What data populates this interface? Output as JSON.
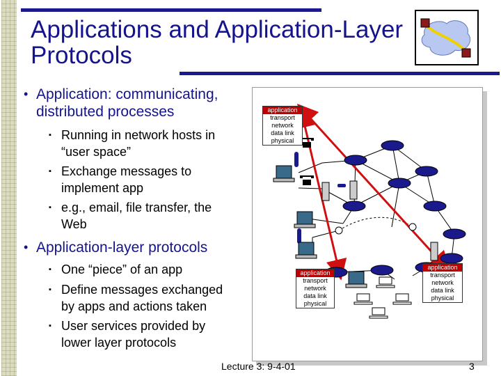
{
  "slide": {
    "title_line1": "Applications and Application-Layer",
    "title_line2": "Protocols"
  },
  "bullets": [
    {
      "text_line1": "Application: communicating,",
      "text_line2": "distributed processes",
      "sub": [
        {
          "line1": "Running in network hosts in",
          "line2": "“user space”"
        },
        {
          "line1": "Exchange messages to",
          "line2": "implement app"
        },
        {
          "line1": "e.g., email, file transfer, the",
          "line2": "Web"
        }
      ]
    },
    {
      "text_line1": "Application-layer protocols",
      "sub": [
        {
          "line1": "One “piece” of an app"
        },
        {
          "line1": "Define messages exchanged",
          "line2": "by apps and actions taken"
        },
        {
          "line1": "User services provided by",
          "line2": "lower layer protocols"
        }
      ]
    }
  ],
  "bullet_marks": {
    "main": "•",
    "sub": "▪"
  },
  "protocol_stacks": [
    {
      "layers": [
        "application",
        "transport",
        "network",
        "data link",
        "physical"
      ]
    },
    {
      "layers": [
        "application",
        "transport",
        "network",
        "data link",
        "physical"
      ]
    },
    {
      "layers": [
        "application",
        "transport",
        "network",
        "data link",
        "physical"
      ]
    }
  ],
  "footer": {
    "lecture": "Lecture 3: 9-4-01",
    "page": "3"
  },
  "icons": [
    "network-cloud-logo-icon",
    "router-icon",
    "workstation-icon",
    "server-icon",
    "laptop-icon",
    "phone-icon",
    "modem-icon"
  ],
  "colors": {
    "title_text": "#14148c",
    "rule": "#1a1a8c",
    "application_layer": "#c00000",
    "communication_arrow": "#d01010",
    "router": "#1a1a8c"
  }
}
